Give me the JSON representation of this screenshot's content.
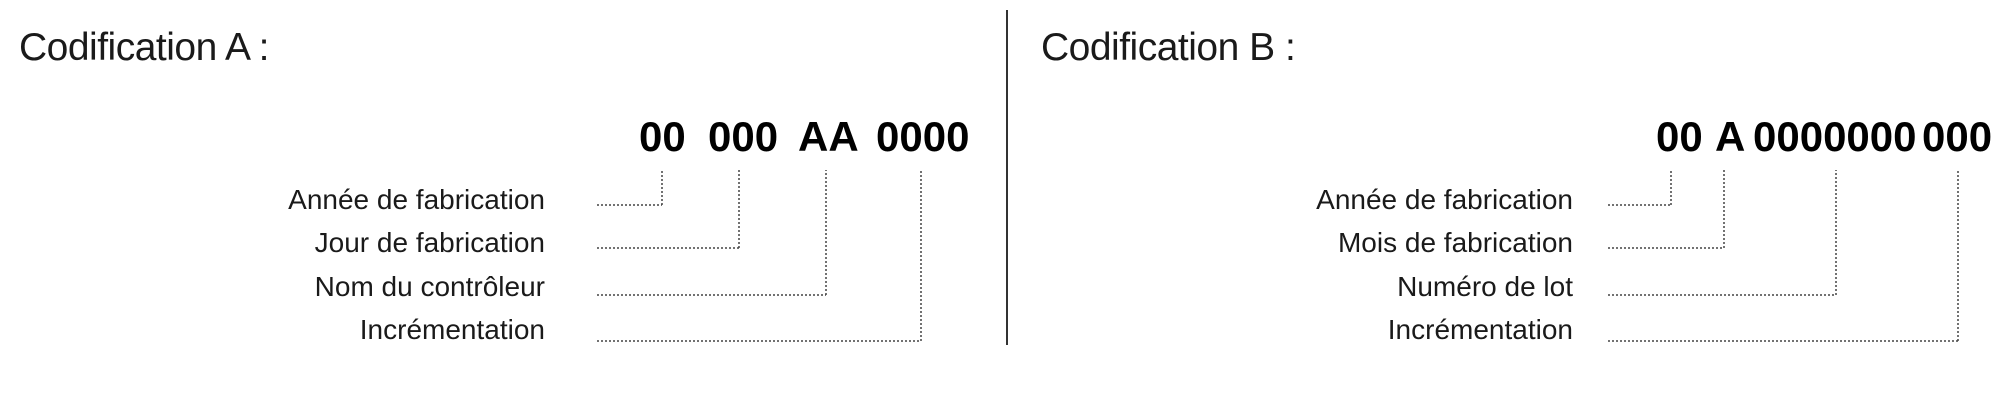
{
  "codification_a": {
    "title": "Codification A :",
    "segments": [
      "00",
      "000",
      "AA",
      "0000"
    ],
    "labels": [
      "Année de fabrication",
      "Jour de fabrication",
      "Nom du contrôleur",
      "Incrémentation"
    ]
  },
  "codification_b": {
    "title": "Codification B :",
    "segments": [
      "00",
      "A",
      "0000000",
      "000"
    ],
    "labels": [
      "Année de fabrication",
      "Mois de fabrication",
      "Numéro de lot",
      "Incrémentation"
    ]
  }
}
